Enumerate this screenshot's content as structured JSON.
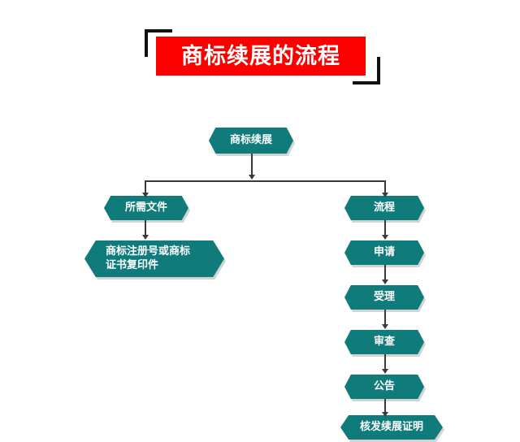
{
  "title": {
    "text": "商标续展的流程",
    "banner_color": "#fc0000",
    "text_color": "#ffffff",
    "bracket_color": "#111111"
  },
  "theme": {
    "node_fill": "#0f7b7b",
    "node_text": "#ffffff",
    "connector_color": "#3a3a3a",
    "background": "#ffffff"
  },
  "flowchart": {
    "root": {
      "label": "商标续展"
    },
    "branches": [
      {
        "name": "documents",
        "head": {
          "label": "所需文件"
        },
        "items": [
          {
            "line1": "商标注册号或商标",
            "line2": "证书复印件"
          }
        ]
      },
      {
        "name": "process",
        "head": {
          "label": "流程"
        },
        "steps": [
          {
            "label": "申请"
          },
          {
            "label": "受理"
          },
          {
            "label": "审查"
          },
          {
            "label": "公告"
          },
          {
            "label": "核发续展证明"
          }
        ]
      }
    ]
  }
}
